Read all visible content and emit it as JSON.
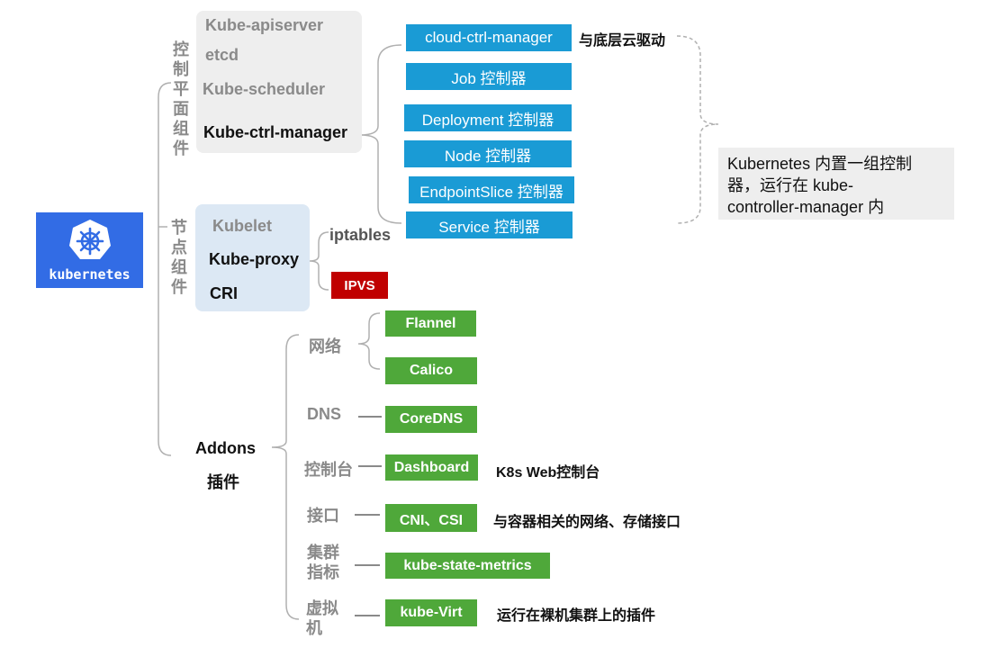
{
  "logo": {
    "text": "kubernetes",
    "icon": "helm-wheel-icon",
    "color": "#326ce5"
  },
  "control_plane": {
    "label_chars": [
      "控",
      "制",
      "平",
      "面",
      "组",
      "件"
    ],
    "items": [
      "Kube-apiserver",
      "etcd",
      "Kube-scheduler",
      "Kube-ctrl-manager"
    ]
  },
  "controllers": {
    "items": [
      "cloud-ctrl-manager",
      "Job 控制器",
      "Deployment 控制器",
      "Node 控制器",
      "EndpointSlice 控制器",
      "Service 控制器"
    ],
    "cloud_note": "与底层云驱动",
    "callout": [
      "Kubernetes 内置一组控制",
      "器，运行在 kube-",
      "controller-manager 内"
    ],
    "color": "#1a9bd5"
  },
  "node": {
    "label_chars": [
      "节",
      "点",
      "组",
      "件"
    ],
    "items": [
      "Kubelet",
      "Kube-proxy",
      "CRI"
    ],
    "proxy_modes": {
      "iptables": "iptables",
      "ipvs": "IPVS"
    }
  },
  "addons": {
    "title": "Addons",
    "subtitle": "插件",
    "categories": {
      "network": "网络",
      "dns": "DNS",
      "dashboard": "控制台",
      "interface": "接口",
      "metrics": [
        "集群",
        "指标"
      ],
      "virt": [
        "虚拟",
        "机"
      ]
    },
    "boxes": {
      "flannel": "Flannel",
      "calico": "Calico",
      "coredns": "CoreDNS",
      "dashboard": "Dashboard",
      "cni": "CNI、CSI",
      "ksm": "kube-state-metrics",
      "kubevirt": "kube-Virt"
    },
    "notes": {
      "dashboard": "K8s Web控制台",
      "cni": "与容器相关的网络、存储接口",
      "kubevirt": "运行在裸机集群上的插件"
    },
    "color": "#4fa83a"
  }
}
